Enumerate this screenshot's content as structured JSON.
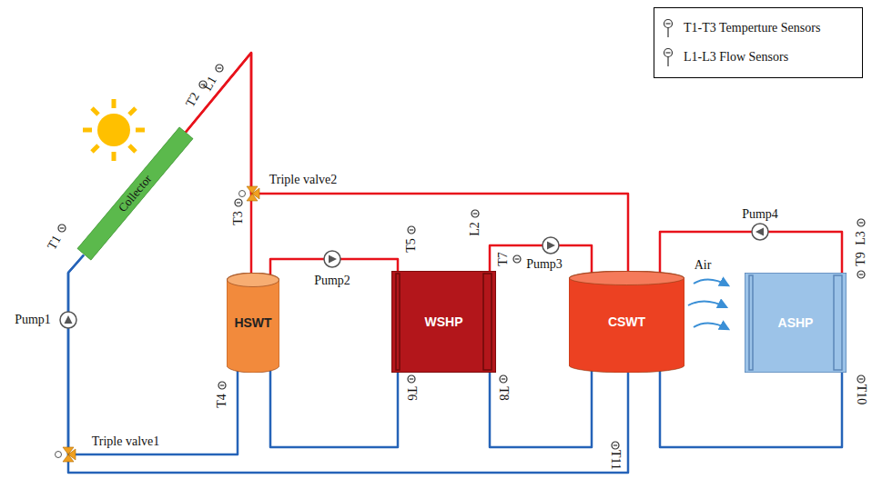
{
  "diagram": {
    "nodes": [
      {
        "text": [
          "Collector"
        ]
      },
      {
        "text": [
          "HSWT"
        ]
      },
      {
        "text": [
          "WSHP"
        ]
      },
      {
        "text": [
          "CSWT"
        ]
      },
      {
        "text": [
          "ASHP"
        ]
      }
    ],
    "edges": [
      {
        "from": 0,
        "to": 1,
        "arrow": "none"
      },
      {
        "from": 0,
        "to": 3,
        "arrow": "none"
      },
      {
        "from": 1,
        "to": 0,
        "arrow": "none"
      },
      {
        "from": 3,
        "to": 0,
        "arrow": "none"
      },
      {
        "from": 1,
        "to": 2,
        "arrow": "none"
      },
      {
        "from": 2,
        "to": 1,
        "arrow": "none"
      },
      {
        "from": 2,
        "to": 3,
        "arrow": "none"
      },
      {
        "from": 3,
        "to": 2,
        "arrow": "none"
      },
      {
        "from": 3,
        "to": 4,
        "arrow": "none"
      },
      {
        "from": 4,
        "to": 3,
        "arrow": "none"
      }
    ],
    "labels": [
      "T2",
      "L1",
      "Triple valve2",
      "T1",
      "T3",
      "Pump2",
      "T5",
      "L2",
      "T7",
      "Pump3",
      "Pump4",
      "L3",
      "T9",
      "Air",
      "Pump1",
      "T4",
      "T6",
      "T8",
      "T10",
      "Triple valve1",
      "T11"
    ],
    "legend": [
      {
        "text": "T1-T3 Temperture Sensors"
      },
      {
        "text": "L1-L3 Flow Sensors"
      }
    ]
  }
}
